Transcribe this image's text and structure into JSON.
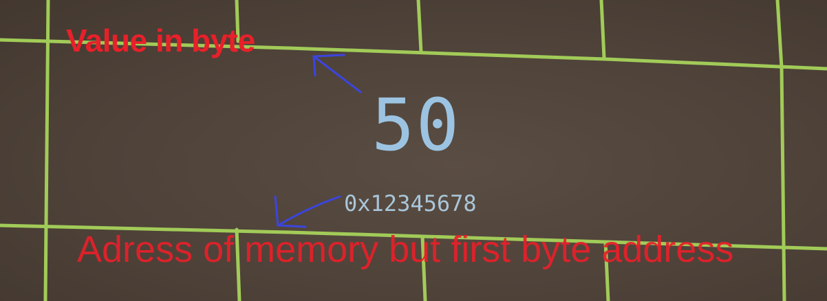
{
  "annotations": {
    "value_label": "Value in byte",
    "address_label": "Adress of memory but first byte address"
  },
  "cell": {
    "value": "50",
    "address": "0x12345678"
  },
  "colors": {
    "grid_line": "#a6d35a",
    "annotation_text": "#e8202a",
    "arrow": "#3b45e0",
    "cell_text": "#9cc4e2",
    "background": "#4e4239"
  }
}
